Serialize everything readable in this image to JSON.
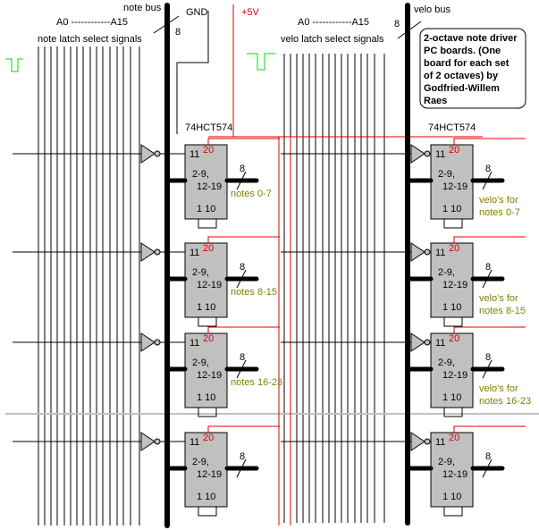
{
  "title_note": {
    "lines": [
      "2-octave note driver",
      "PC boards. (One",
      "board for each set",
      "of 2 octaves) by",
      "Godfried-Willem",
      "Raes"
    ]
  },
  "labels": {
    "note_bus": "note bus",
    "velo_bus": "velo bus",
    "gnd": "GND",
    "vcc": "+5V",
    "note_address_range": "A0 ------------A15",
    "velo_address_range": "A0 ------------A15",
    "note_latch_signals": "note latch select signals",
    "velo_latch_signals": "velo latch select signals",
    "bus_width": "8",
    "chip_part_left": "74HCT574",
    "chip_part_right": "74HCT574"
  },
  "chip_pins": {
    "clock_pin": "11",
    "vcc_pin": "20",
    "data_pins_1": "2-9,",
    "data_pins_2": "12-19",
    "gnd_pins": "1 10",
    "output_width": "8"
  },
  "note_latches": [
    {
      "output_label": [
        "notes 0-7"
      ]
    },
    {
      "output_label": [
        "notes 8-15"
      ]
    },
    {
      "output_label": [
        "notes 16-23"
      ]
    },
    {
      "output_label": []
    }
  ],
  "velo_latches": [
    {
      "output_label": [
        "velo's for",
        "notes 0-7"
      ]
    },
    {
      "output_label": [
        "velo's for",
        "notes 8-15"
      ]
    },
    {
      "output_label": [
        "velo's for",
        "notes 16-23"
      ]
    },
    {
      "output_label": []
    }
  ],
  "colors": {
    "power": "#e00000",
    "pulse": "#00e000",
    "note_text": "#808000",
    "chip_fill": "#c0c0c0",
    "separator": "#c0c0c0"
  }
}
